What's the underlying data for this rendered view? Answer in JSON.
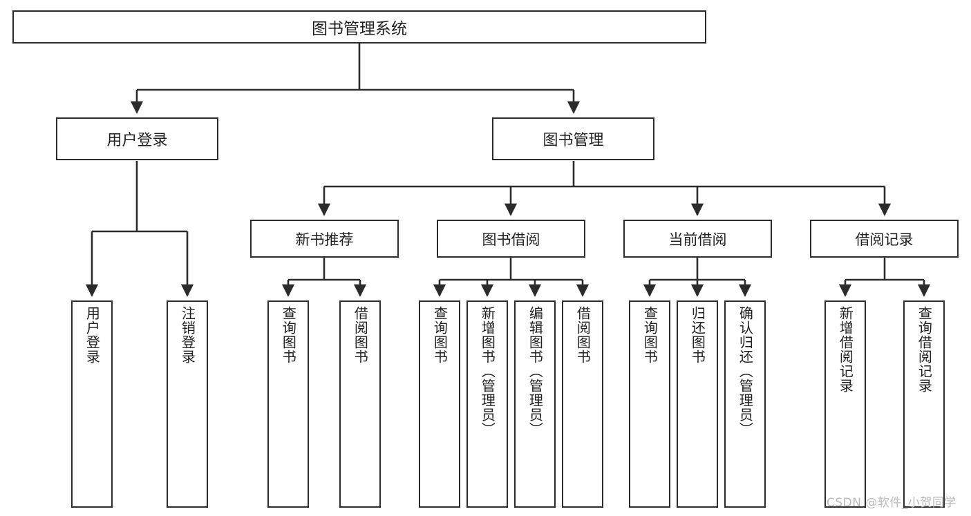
{
  "diagram": {
    "title": "图书管理系统",
    "type": "tree-hierarchy-chart",
    "root": {
      "label": "图书管理系统"
    },
    "level2": [
      {
        "label": "用户登录"
      },
      {
        "label": "图书管理"
      }
    ],
    "level3": [
      {
        "label": "新书推荐"
      },
      {
        "label": "图书借阅"
      },
      {
        "label": "当前借阅"
      },
      {
        "label": "借阅记录"
      }
    ],
    "leaves": {
      "user_login": [
        {
          "label": "用户登录"
        },
        {
          "label": "注销登录"
        }
      ],
      "new_book_recommend": [
        {
          "label": "查询图书"
        },
        {
          "label": "借阅图书"
        }
      ],
      "book_borrow": [
        {
          "label": "查询图书"
        },
        {
          "label": "新增图书（管理员）"
        },
        {
          "label": "编辑图书（管理员）"
        },
        {
          "label": "借阅图书"
        }
      ],
      "current_borrow": [
        {
          "label": "查询图书"
        },
        {
          "label": "归还图书"
        },
        {
          "label": "确认归还（管理员）"
        }
      ],
      "borrow_record": [
        {
          "label": "新增借阅记录"
        },
        {
          "label": "查询借阅记录"
        }
      ]
    }
  },
  "watermark": {
    "text": "CSDN @软件_小贺同学"
  },
  "colors": {
    "border": "#2b2b2b",
    "background": "#ffffff",
    "text": "#1f1f1f",
    "watermark": "#b9b9b9"
  }
}
